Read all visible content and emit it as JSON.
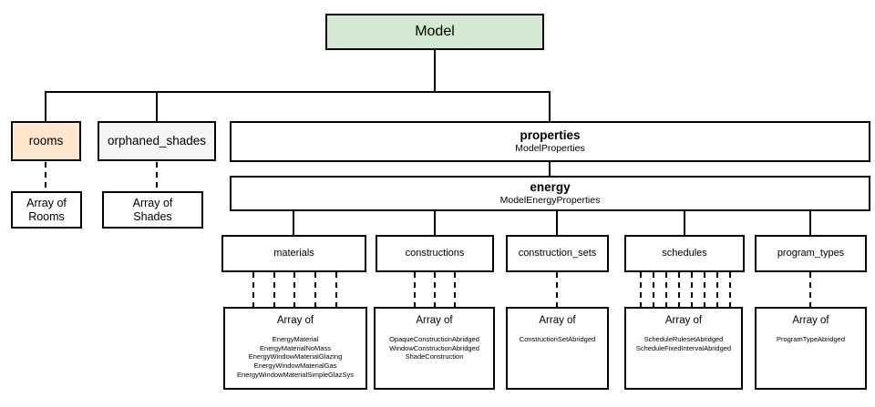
{
  "diagram": {
    "model": {
      "label": "Model"
    },
    "rooms": {
      "label": "rooms",
      "array_lines": [
        "Array of",
        "Rooms"
      ]
    },
    "orphaned_shades": {
      "label": "orphaned_shades",
      "array_lines": [
        "Array of",
        "Shades"
      ]
    },
    "properties": {
      "label": "properties",
      "sublabel": "ModelProperties"
    },
    "energy": {
      "label": "energy",
      "sublabel": "ModelEnergyProperties"
    },
    "materials": {
      "label": "materials",
      "array_title": "Array of",
      "types": [
        "EnergyMaterial",
        "EnergyMaterialNoMass",
        "EnergyWindowMaterialGlazing",
        "EnergyWindowMaterialGas",
        "EnergyWindowMaterialSimpleGlazSys"
      ]
    },
    "constructions": {
      "label": "constructions",
      "array_title": "Array of",
      "types": [
        "OpaqueConstructionAbridged",
        "WindowConstructionAbridged",
        "ShadeConstruction"
      ]
    },
    "construction_sets": {
      "label": "construction_sets",
      "array_title": "Array of",
      "types": [
        "ConstructionSetAbridged"
      ]
    },
    "schedules": {
      "label": "schedules",
      "array_title": "Array of",
      "types": [
        "ScheduleRulesetAbridged",
        "ScheduleFixedIntervalAbridged"
      ]
    },
    "program_types": {
      "label": "program_types",
      "array_title": "Array of",
      "types": [
        "ProgramTypeAbridged"
      ]
    }
  },
  "colors": {
    "model_fill": "#d5e8d4",
    "rooms_fill": "#ffe6cc",
    "orphaned_shades_fill": "#f5f5f5",
    "box_fill": "#ffffff",
    "line": "#000000"
  }
}
